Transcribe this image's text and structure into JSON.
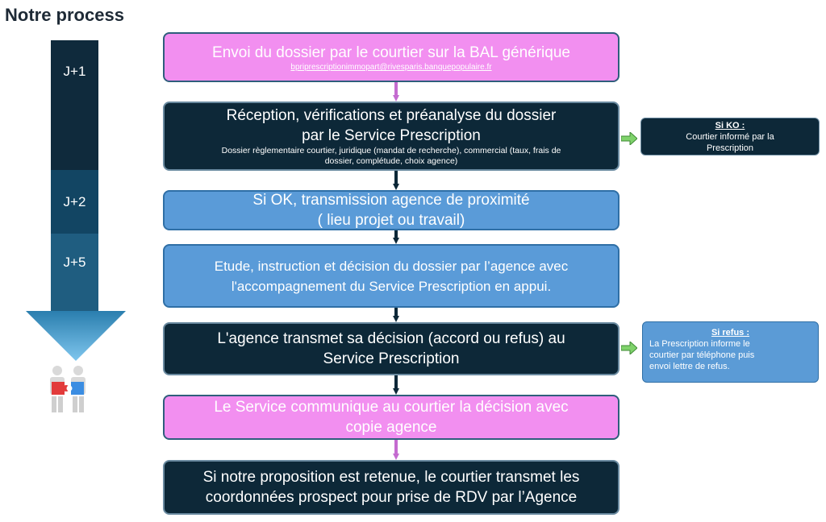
{
  "title": "Notre process",
  "timeline": {
    "steps": [
      {
        "label": "J+1"
      },
      {
        "label": "J+2"
      },
      {
        "label": "J+5"
      }
    ]
  },
  "process": {
    "step1": {
      "text": "Envoi du dossier par le courtier sur la BAL générique",
      "email": "bpriprescriptionimmopart@rivesparis.banquepopulaire.fr"
    },
    "step2": {
      "line1": "Réception, vérifications et préanalyse du dossier",
      "line2": "par le Service Prescription",
      "detail_line1": "Dossier règlementaire courtier,  juridique (mandat de recherche), commercial (taux, frais de",
      "detail_line2": "dossier,  complétude, choix agence)"
    },
    "step3": {
      "line1": "Si OK, transmission agence de proximité",
      "line2": "( lieu projet ou travail)"
    },
    "step4": {
      "line1": "Etude, instruction et décision du dossier par l’agence avec",
      "line2": "l'accompagnement du Service Prescription en appui."
    },
    "step5": {
      "line1": "L'agence transmet sa décision (accord ou refus) au",
      "line2": "Service Prescription"
    },
    "step6": {
      "line1": "Le Service communique au courtier la décision avec",
      "line2": "copie agence"
    },
    "step7": {
      "line1": "Si notre proposition est retenue, le courtier transmet les",
      "line2": "coordonnées prospect pour prise de RDV par l’Agence"
    }
  },
  "side_notes": {
    "ko": {
      "heading": "Si KO :",
      "line1": "Courtier informé par la",
      "line2": "Prescription"
    },
    "refus": {
      "heading": "Si refus :",
      "line1": "La Prescription informe le",
      "line2": "courtier par téléphone puis",
      "line3": "envoi lettre de refus."
    }
  },
  "colors": {
    "pink": "#f28ff0",
    "dark": "#0d2838",
    "light": "#5a9bd8",
    "green_arrow": "#7fd26b"
  }
}
